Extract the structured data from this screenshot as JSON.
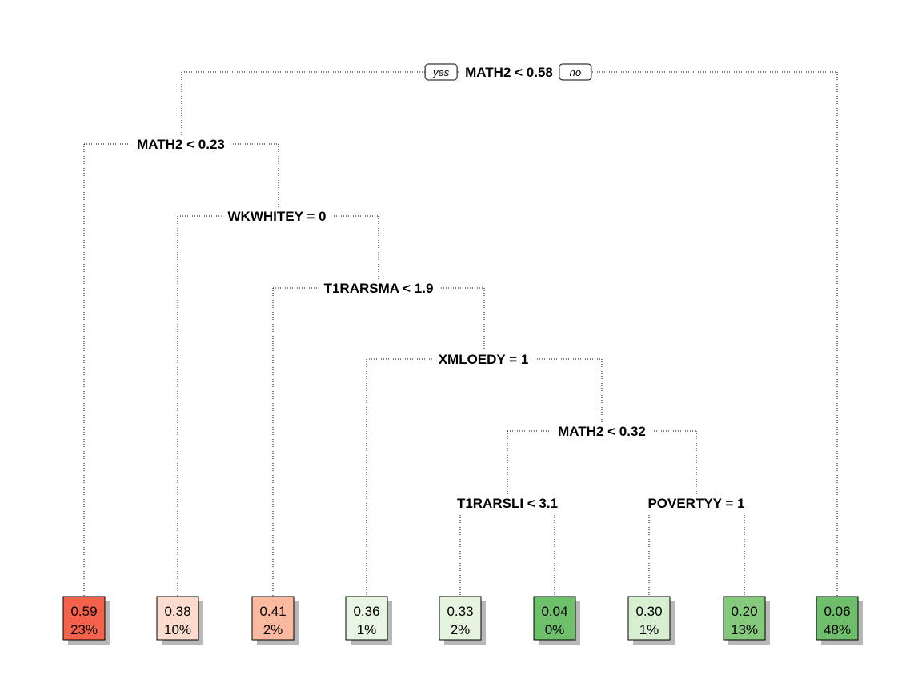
{
  "tree": {
    "type": "decision-tree",
    "root_split": "MATH2 < 0.58",
    "yes_label": "yes",
    "no_label": "no",
    "splits": [
      {
        "id": "n1",
        "label": "MATH2 < 0.58"
      },
      {
        "id": "n2",
        "label": "MATH2 < 0.23"
      },
      {
        "id": "n3",
        "label": "WKWHITEY = 0"
      },
      {
        "id": "n4",
        "label": "T1RARSMA < 1.9"
      },
      {
        "id": "n5",
        "label": "XMLOEDY = 1"
      },
      {
        "id": "n6",
        "label": "MATH2 < 0.32"
      },
      {
        "id": "n7",
        "label": "T1RARSLI < 3.1"
      },
      {
        "id": "n8",
        "label": "POVERTYY = 1"
      }
    ],
    "leaves": [
      {
        "value": "0.59",
        "percent": "23%",
        "color": "#f4624b"
      },
      {
        "value": "0.38",
        "percent": "10%",
        "color": "#fddccf"
      },
      {
        "value": "0.41",
        "percent": "2%",
        "color": "#fbb9a0"
      },
      {
        "value": "0.36",
        "percent": "1%",
        "color": "#e9f6e4"
      },
      {
        "value": "0.33",
        "percent": "2%",
        "color": "#e6f4df"
      },
      {
        "value": "0.04",
        "percent": "0%",
        "color": "#6ec06b"
      },
      {
        "value": "0.30",
        "percent": "1%",
        "color": "#d8efd2"
      },
      {
        "value": "0.20",
        "percent": "13%",
        "color": "#85c97d"
      },
      {
        "value": "0.06",
        "percent": "48%",
        "color": "#6fbe6b"
      }
    ]
  }
}
